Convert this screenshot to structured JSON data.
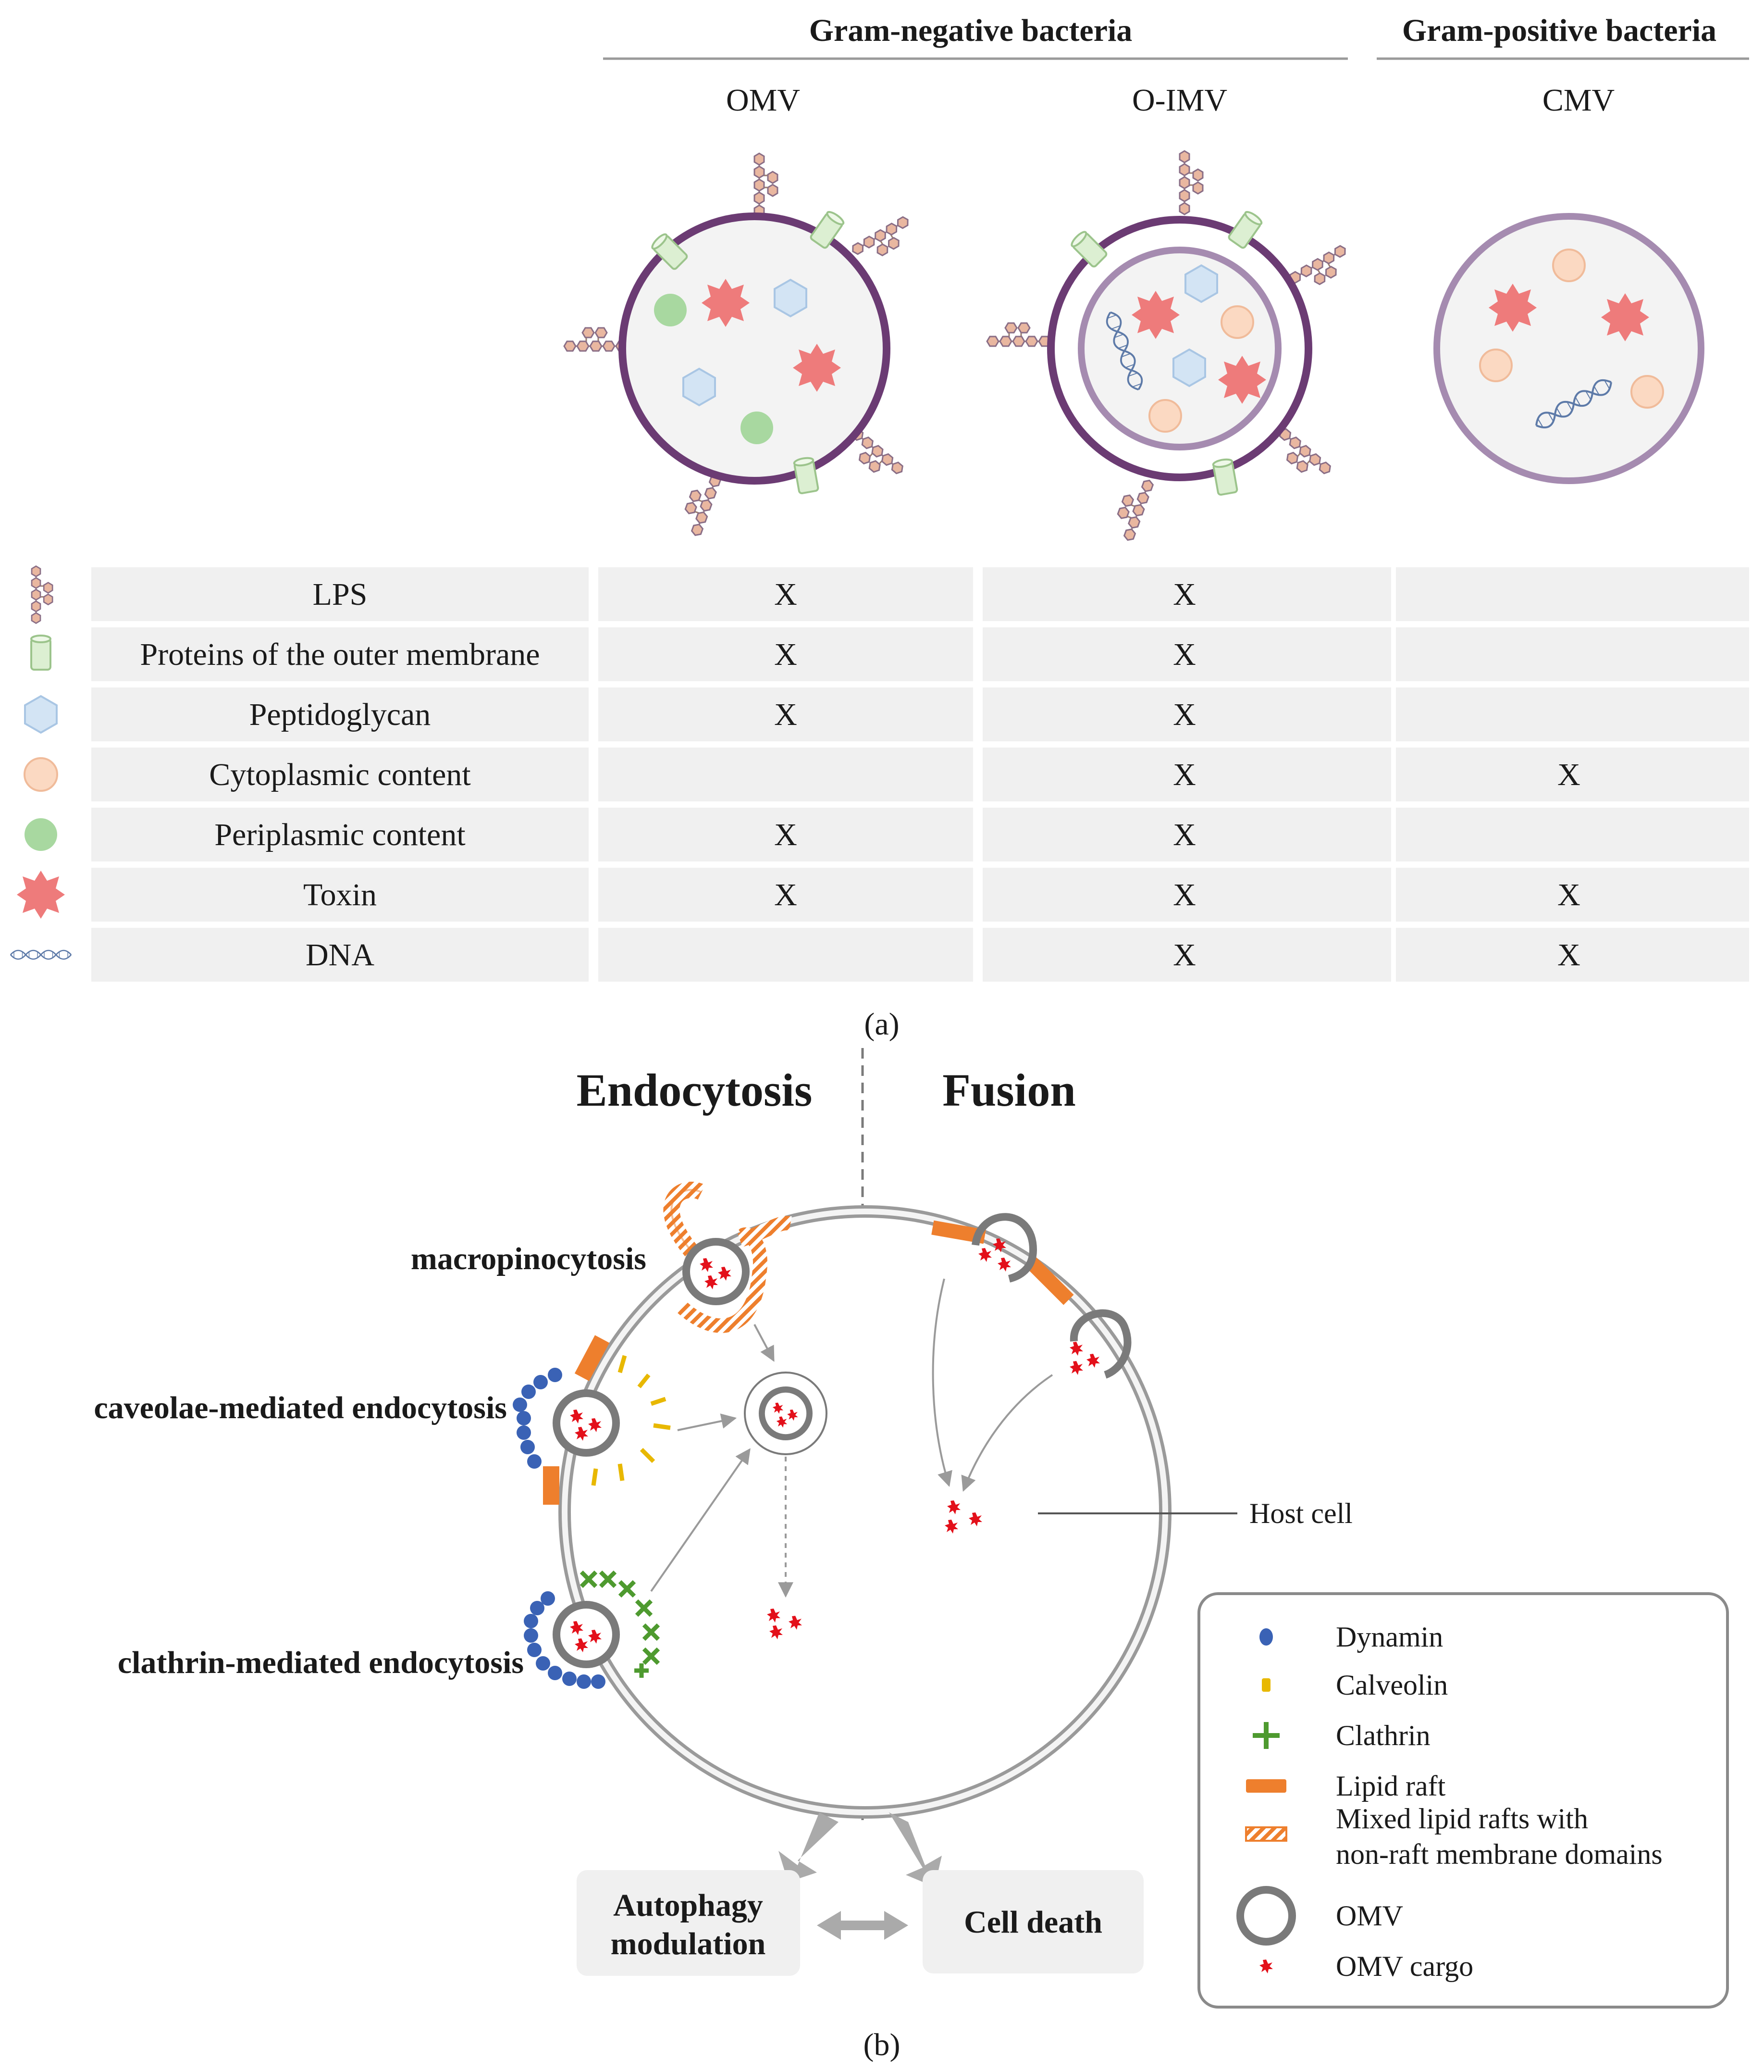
{
  "panel_a": {
    "group_headers": [
      "Gram-negative bacteria",
      "Gram-positive bacteria"
    ],
    "columns": [
      "OMV",
      "O-IMV",
      "CMV"
    ],
    "rows": [
      {
        "icon": "lps-icon",
        "label": "LPS",
        "marks": [
          "X",
          "X",
          ""
        ]
      },
      {
        "icon": "outer-membrane-protein-icon",
        "label": "Proteins of the outer membrane",
        "marks": [
          "X",
          "X",
          ""
        ]
      },
      {
        "icon": "peptidoglycan-icon",
        "label": "Peptidoglycan",
        "marks": [
          "X",
          "X",
          ""
        ]
      },
      {
        "icon": "cytoplasmic-content-icon",
        "label": "Cytoplasmic content",
        "marks": [
          "",
          "X",
          "X"
        ]
      },
      {
        "icon": "periplasmic-content-icon",
        "label": "Periplasmic content",
        "marks": [
          "X",
          "X",
          ""
        ]
      },
      {
        "icon": "toxin-icon",
        "label": "Toxin",
        "marks": [
          "X",
          "X",
          "X"
        ]
      },
      {
        "icon": "dna-icon",
        "label": "DNA",
        "marks": [
          "",
          "X",
          "X"
        ]
      }
    ],
    "caption": "(a)"
  },
  "panel_b": {
    "left_title": "Endocytosis",
    "right_title": "Fusion",
    "pathways": [
      "macropinocytosis",
      "caveolae-mediated endocytosis",
      "clathrin-mediated endocytosis"
    ],
    "host_cell_label": "Host cell",
    "outcomes": [
      "Autophagy modulation",
      "Cell death"
    ],
    "legend": [
      {
        "icon": "dynamin-icon",
        "label": "Dynamin"
      },
      {
        "icon": "calveolin-icon",
        "label": "Calveolin"
      },
      {
        "icon": "clathrin-icon",
        "label": "Clathrin"
      },
      {
        "icon": "lipid-raft-icon",
        "label": "Lipid raft"
      },
      {
        "icon": "mixed-lipid-raft-icon",
        "label": "Mixed lipid rafts with non-raft membrane domains"
      },
      {
        "icon": "omv-icon",
        "label": "OMV"
      },
      {
        "icon": "omv-cargo-icon",
        "label": "OMV cargo"
      }
    ],
    "caption": "(b)"
  },
  "colors": {
    "outer_membrane": "#6b3b73",
    "inner_membrane": "#a58bb0",
    "toxin": "#ee7b7b",
    "peptidoglycan": "#cfe0f2",
    "cytoplasmic": "#fbd9c2",
    "periplasmic": "#a8d8a0",
    "lps": "#e6b39b",
    "omp": "#d7eccc",
    "dynamin": "#3a62b5",
    "calveolin": "#e8b800",
    "clathrin": "#4e9a2f",
    "lipid_raft": "#ee7f2d",
    "cargo": "#e3101a",
    "cell_bg": "#f0f0f0"
  }
}
